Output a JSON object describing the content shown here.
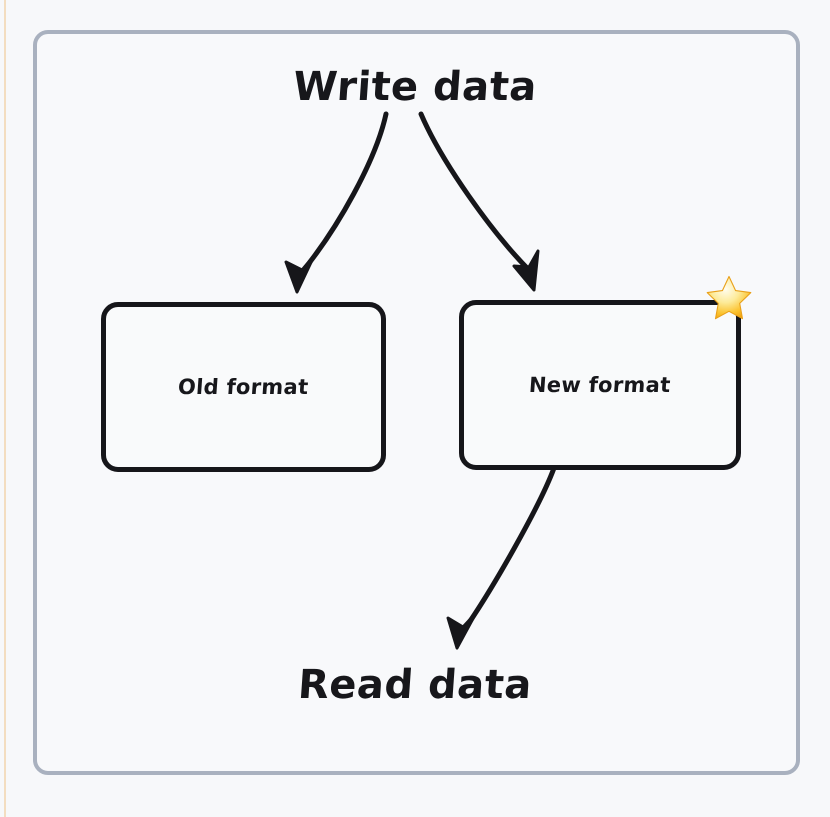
{
  "diagram": {
    "title_top": "Write data",
    "title_bottom": "Read data",
    "nodes": [
      {
        "id": "old-format",
        "label": "Old format"
      },
      {
        "id": "new-format",
        "label": "New format"
      }
    ],
    "badges": [
      {
        "id": "new-format-star",
        "icon": "star-icon",
        "glyph": "★",
        "on_node": "new-format"
      }
    ],
    "edges": [
      {
        "from": "Write data",
        "to": "Old format",
        "style": "solid-arrow"
      },
      {
        "from": "Write data",
        "to": "New format",
        "style": "solid-arrow"
      },
      {
        "from": "New format",
        "to": "Read data",
        "style": "solid-arrow"
      }
    ]
  },
  "colors": {
    "page_background": "#f7f8fa",
    "frame_border": "#a9b1bf",
    "frame_fill": "#f8f9fb",
    "node_stroke": "#16161a",
    "node_fill": "#f9fafb",
    "text": "#17171b",
    "arrow": "#16161a",
    "star_outer": "#f6a71c",
    "star_inner": "#fdf2a8",
    "accent_stripe": "#f3ddc0"
  }
}
